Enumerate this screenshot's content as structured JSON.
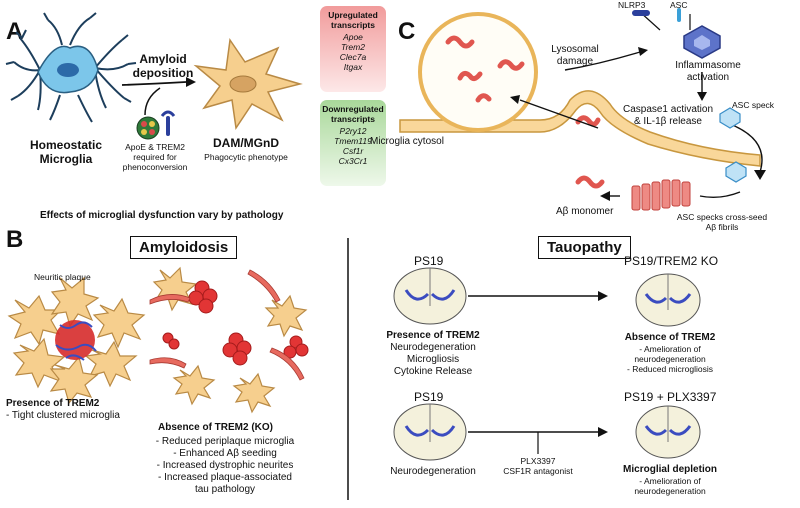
{
  "panel_a": {
    "letter": "A",
    "homeostatic_label": "Homeostatic\nMicroglia",
    "amyloid_label": "Amyloid\ndeposition",
    "apoe_label": "ApoE & TREM2\nrequired for\nphenoconversion",
    "dam_label": "DAM/MGnD",
    "phagocytic_label": "Phagocytic phenotype",
    "upregulated": {
      "title": "Upregulated\ntranscripts",
      "genes": [
        "Apoe",
        "Trem2",
        "Clec7a",
        "Itgax"
      ]
    },
    "downregulated": {
      "title": "Downregulated\ntranscripts",
      "genes": [
        "P2ry12",
        "Tmem119",
        "Csf1r",
        "Cx3Cr1"
      ]
    }
  },
  "panel_c": {
    "letter": "C",
    "nlrp3": "NLRP3",
    "asc": "ASC",
    "lysosomal_damage": "Lysosomal\ndamage",
    "inflammasome": "Inflammasome\nactivation",
    "asc_speck": "ASC speck",
    "caspase": "Caspase1 activation\n& IL-1β release",
    "cytosol": "Microglia cytosol",
    "monomer": "Aβ monomer",
    "cross_seed": "ASC specks cross-seed\nAβ fibrils"
  },
  "panel_b": {
    "letter": "B",
    "header": "Effects of microglial dysfunction vary by pathology",
    "amyloidosis_title": "Amyloidosis",
    "neuritic_plaque": "Neuritic plaque",
    "presence_trem2": "Presence of TREM2",
    "tight_clustered": "- Tight clustered microglia",
    "absence_title": "Absence of TREM2 (KO)",
    "absence_items": [
      "- Reduced periplaque microglia",
      "- Enhanced Aβ seeding",
      "- Increased dystrophic neurites",
      "- Increased plaque-associated",
      "tau pathology"
    ],
    "tauopathy_title": "Tauopathy",
    "ps19_1": "PS19",
    "ps19_trem2ko": "PS19/TREM2 KO",
    "presence_title": "Presence of TREM2",
    "presence_items": [
      "Neurodegeneration",
      "Microgliosis",
      "Cytokine Release"
    ],
    "absence2_title": "Absence of TREM2",
    "absence2_items": [
      "- Amelioration of",
      "neurodegeneration",
      "- Reduced microgliosis"
    ],
    "ps19_2": "PS19",
    "ps19_plx": "PS19 + PLX3397",
    "neurodegeneration": "Neurodegeneration",
    "plx_label": "PLX3397\nCSF1R antagonist",
    "depletion_title": "Microglial depletion",
    "depletion_items": [
      "- Amelioration of",
      "neurodegeneration"
    ]
  },
  "colors": {
    "microglia_blue": "#4aa8d8",
    "microglia_tan": "#f6d9a0",
    "amyloid_red": "#d42a2a",
    "fibril_red": "#e05050",
    "tau_blue": "#3b4cc0",
    "brain_fill": "#f4f1dc"
  }
}
